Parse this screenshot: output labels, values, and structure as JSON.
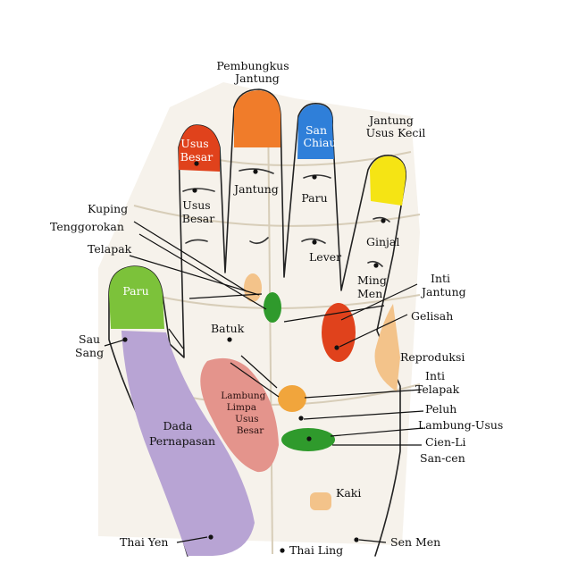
{
  "colors": {
    "red": "#e0421c",
    "orange": "#f07c2a",
    "blue": "#2f7fd9",
    "yellow": "#f5e414",
    "green": "#7cc23a",
    "dark_green": "#2f9a2c",
    "lavender": "#b8a4d4",
    "pink": "#e4948c",
    "tan": "#f3c38a",
    "gold": "#f1a53c",
    "paper": "#efe8da"
  },
  "labels": {
    "pembungkus_jantung": [
      "Pembungkus",
      "Jantung"
    ],
    "usus_besar_tip": [
      "Usus",
      "Besar"
    ],
    "san_chiau": [
      "San",
      "Chiau"
    ],
    "jantung_usus_kecil": [
      "Jantung",
      "Usus Kecil"
    ],
    "jantung": "Jantung",
    "usus_besar": [
      "Usus",
      "Besar"
    ],
    "paru_finger": "Paru",
    "kuping": "Kuping",
    "tenggorokan": "Tenggorokan",
    "ginjal": "Ginjal",
    "lever": "Lever",
    "telapak": "Telapak",
    "ming_men": [
      "Ming",
      "Men"
    ],
    "paru_thumb": "Paru",
    "inti_jantung": [
      "Inti",
      "Jantung"
    ],
    "gelisah": "Gelisah",
    "sau_sang": [
      "Sau",
      "Sang"
    ],
    "batuk": "Batuk",
    "reproduksi": "Reproduksi",
    "lambung_limpa": [
      "Lambung",
      "Limpa",
      "Usus",
      "Besar"
    ],
    "inti_telapak": [
      "Inti",
      "Telapak"
    ],
    "peluh": "Peluh",
    "lambung_usus": "Lambung-Usus",
    "dada_pernapasan": [
      "Dada",
      "Pernapasan"
    ],
    "cien_li": "Cien-Li",
    "san_cen": "San-cen",
    "kaki": "Kaki",
    "thai_yen": "Thai Yen",
    "thai_ling": "Thai Ling",
    "sen_men": "Sen Men"
  },
  "icons": {
    "hand": "hand-outline-icon"
  }
}
